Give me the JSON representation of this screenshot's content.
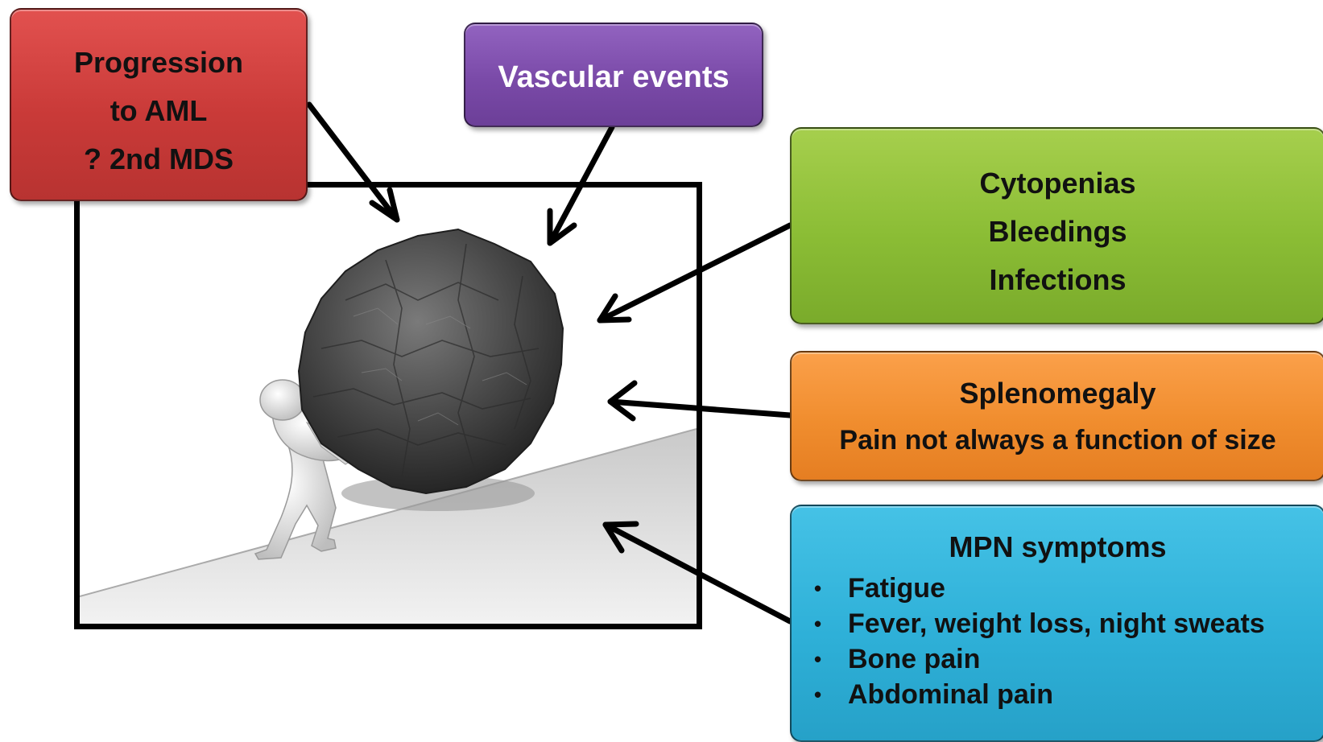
{
  "boxes": {
    "aml": {
      "lines": [
        "Progression",
        "to AML",
        "? 2nd MDS"
      ],
      "color": "#c93a38"
    },
    "vascular": {
      "label": "Vascular events",
      "color": "#7a4aa8"
    },
    "cytopenias": {
      "lines": [
        "Cytopenias",
        "Bleedings",
        "Infections"
      ],
      "color": "#8bbd35"
    },
    "splenomegaly": {
      "title": "Splenomegaly",
      "subtitle": "Pain not always a function of size",
      "color": "#f08d2e"
    },
    "mpn": {
      "title": "MPN symptoms",
      "items": [
        "Fatigue",
        "Fever, weight loss, night sweats",
        "Bone pain",
        "Abdominal pain"
      ],
      "color": "#2eb0d8"
    }
  },
  "illustration": {
    "subject": "figure pushing boulder uphill",
    "icon": "sisyphus-boulder-icon"
  }
}
